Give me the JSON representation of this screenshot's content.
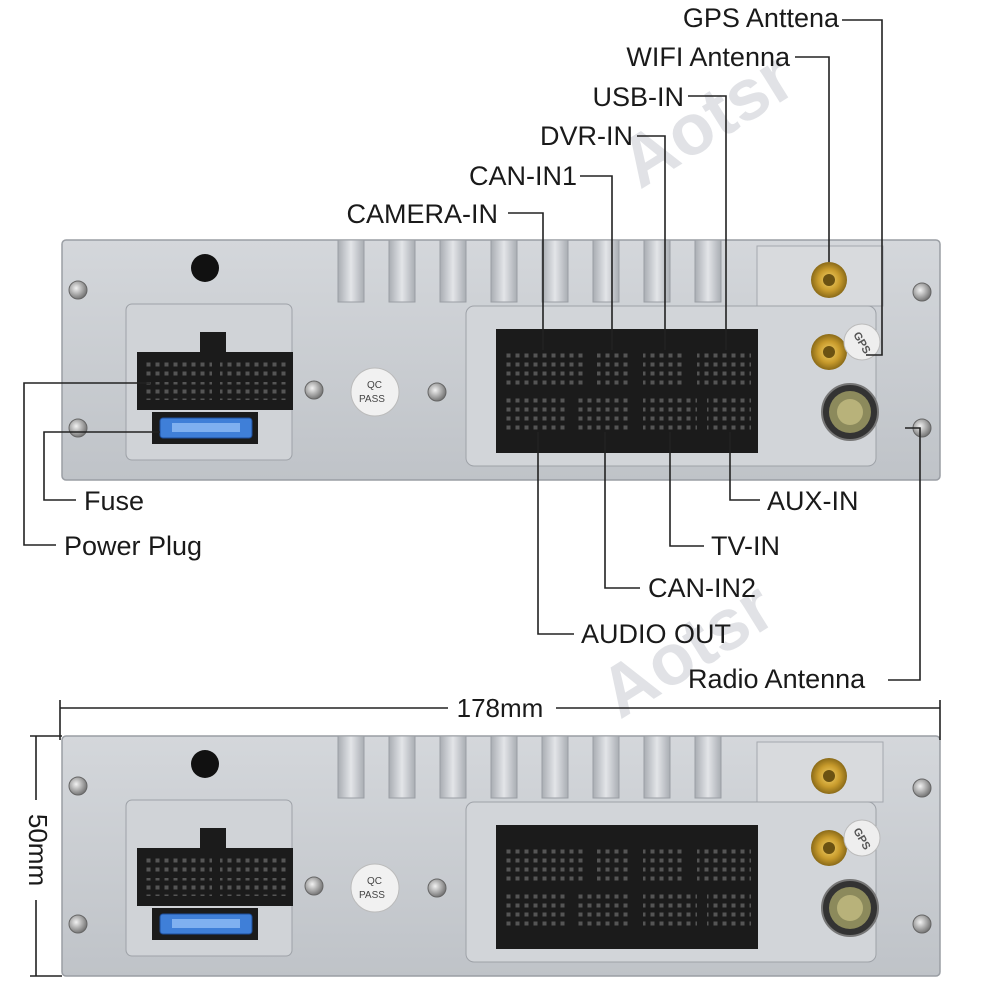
{
  "labels": {
    "gps_antenna": "GPS Anttena",
    "wifi_antenna": "WIFI Antenna",
    "usb_in": "USB-IN",
    "dvr_in": "DVR-IN",
    "can_in1": "CAN-IN1",
    "camera_in": "CAMERA-IN",
    "fuse": "Fuse",
    "power_plug": "Power Plug",
    "aux_in": "AUX-IN",
    "tv_in": "TV-IN",
    "can_in2": "CAN-IN2",
    "audio_out": "AUDIO OUT",
    "radio_antenna": "Radio Antenna"
  },
  "dimensions": {
    "width": "178mm",
    "height": "50mm"
  },
  "stickers": {
    "qc_line1": "QC",
    "qc_line2": "PASS",
    "gps_tag": "GPS"
  },
  "watermark": "Aotsr",
  "colors": {
    "panel": "#c9ccd1",
    "fin": "#b3b7bd",
    "connector": "#1b1b1b",
    "fuse": "#3f7fd8"
  }
}
